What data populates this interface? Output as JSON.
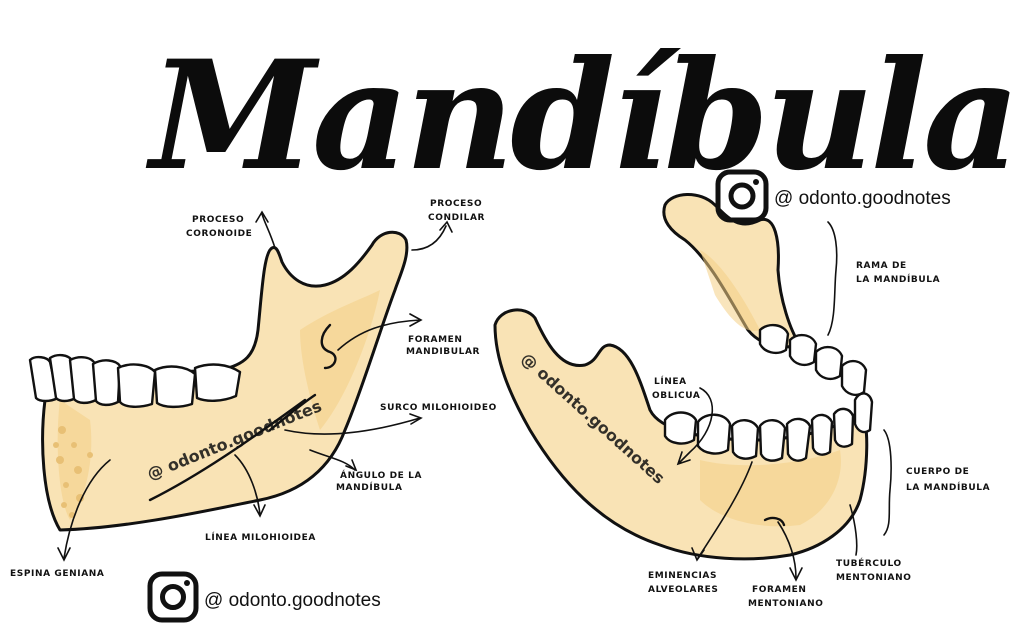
{
  "title": "Mandíbula",
  "watermark": "@ odonto.goodnotes",
  "icons": {
    "social": "instagram-icon"
  },
  "colors": {
    "bone": "#f9e3b5",
    "bone_shade": "#f4cf85",
    "ink": "#111111",
    "tooth": "#ffffff"
  },
  "social_handles": {
    "top_right": "@ odonto.goodnotes",
    "bottom_left": "@ odonto.goodnotes"
  },
  "labels": {
    "proceso_coronoide": [
      "PROCESO",
      "CORONOIDE"
    ],
    "proceso_condilar": [
      "PROCESO",
      "CONDILAR"
    ],
    "foramen_mandibular": [
      "FORAMEN",
      "MANDIBULAR"
    ],
    "surco_milohioideo": [
      "SURCO MILOHIOIDEO"
    ],
    "angulo_mandibula": [
      "ÁNGULO DE LA",
      "MANDÍBULA"
    ],
    "linea_milohioidea": [
      "LÍNEA MILOHIOIDEA"
    ],
    "espina_geniana": [
      "ESPINA GENIANA"
    ],
    "rama_mandibula": [
      "RAMA DE",
      "LA MANDÍBULA"
    ],
    "linea_oblicua": [
      "LÍNEA",
      "OBLICUA"
    ],
    "cuerpo_mandibula": [
      "CUERPO DE",
      "LA MANDÍBULA"
    ],
    "eminencias_alveolares": [
      "EMINENCIAS",
      "ALVEOLARES"
    ],
    "foramen_mentoniano": [
      "FORAMEN",
      "MENTONIANO"
    ],
    "tuberculo_mentoniano": [
      "TUBÉRCULO",
      "MENTONIANO"
    ]
  }
}
